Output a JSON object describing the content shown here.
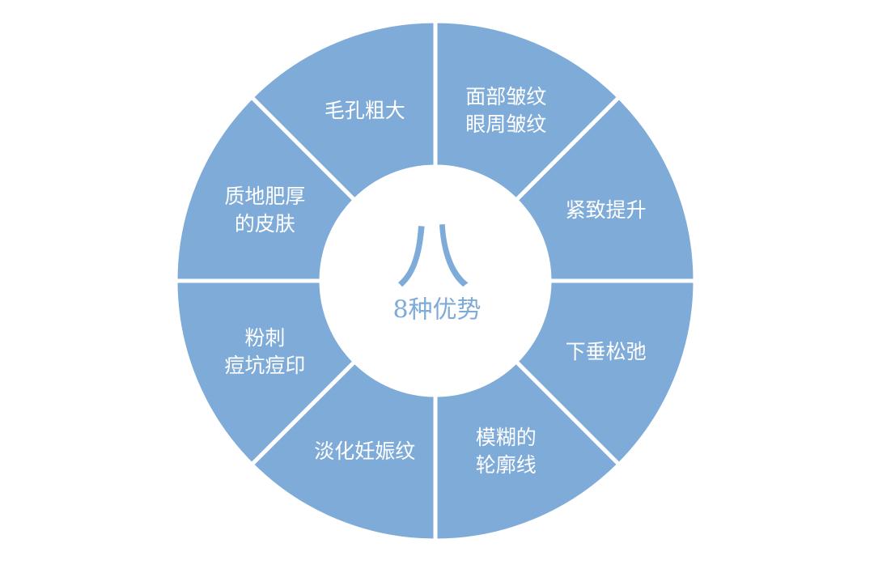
{
  "center": {
    "glyph": "八",
    "title": "8种优势"
  },
  "segments": [
    {
      "lines": [
        "面部皱纹",
        "眼周皱纹"
      ]
    },
    {
      "lines": [
        "紧致提升"
      ]
    },
    {
      "lines": [
        "下垂松弛"
      ]
    },
    {
      "lines": [
        "模糊的",
        "轮廓线"
      ]
    },
    {
      "lines": [
        "淡化妊娠纹"
      ]
    },
    {
      "lines": [
        "粉刺",
        "痘坑痘印"
      ]
    },
    {
      "lines": [
        "质地肥厚",
        "的皮肤"
      ]
    },
    {
      "lines": [
        "毛孔粗大"
      ]
    }
  ],
  "colors": {
    "segment_fill": "#7eabd8",
    "divider": "#ffffff",
    "center_text": "#7eabd8"
  }
}
